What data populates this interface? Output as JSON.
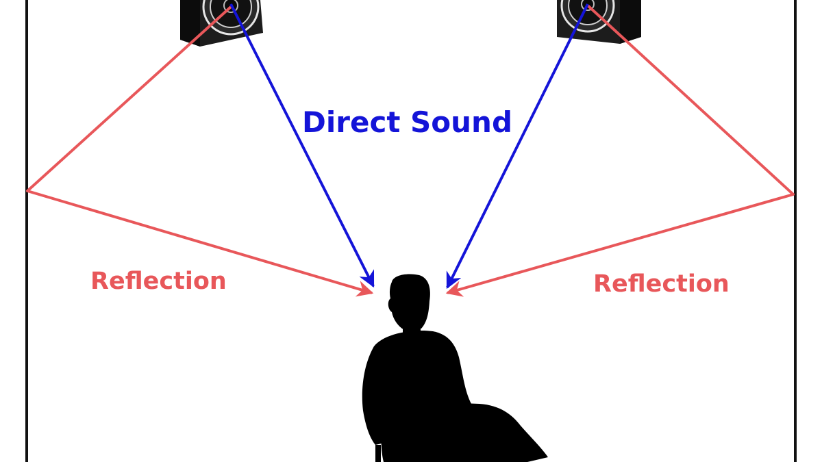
{
  "labels": {
    "direct_sound": "Direct Sound",
    "reflection_left": "Reflection",
    "reflection_right": "Reflection"
  },
  "colors": {
    "direct": "#1414d8",
    "reflection": "#e8575a",
    "speaker": "#1c1c1c",
    "silhouette": "#000000",
    "room_wall": "#111111"
  },
  "icons": {
    "left_speaker": "speaker-icon",
    "right_speaker": "speaker-icon",
    "listener": "seated-person-silhouette"
  }
}
